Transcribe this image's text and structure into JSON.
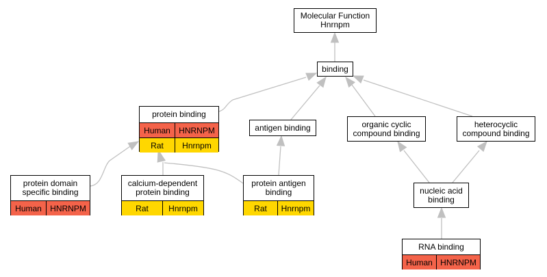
{
  "colors": {
    "human": "#f4634a",
    "rat": "#ffd700",
    "edge": "#c0c0c0"
  },
  "nodes": {
    "molecular_function": "Molecular Function\nHnrnpm",
    "binding": "binding",
    "protein_binding": {
      "title": "protein binding",
      "rows": [
        [
          "Human",
          "HNRNPM"
        ],
        [
          "Rat",
          "Hnrnpm"
        ]
      ]
    },
    "antigen_binding": "antigen binding",
    "organic_cyclic": "organic cyclic\ncompound binding",
    "heterocyclic": "heterocyclic\ncompound binding",
    "protein_domain": {
      "title": "protein domain\nspecific binding",
      "rows": [
        [
          "Human",
          "HNRNPM"
        ]
      ]
    },
    "calcium_dependent": {
      "title": "calcium-dependent\nprotein binding",
      "rows": [
        [
          "Rat",
          "Hnrnpm"
        ]
      ]
    },
    "protein_antigen": {
      "title": "protein antigen\nbinding",
      "rows": [
        [
          "Rat",
          "Hnrnpm"
        ]
      ]
    },
    "nucleic_acid": "nucleic acid\nbinding",
    "rna_binding": {
      "title": "RNA binding",
      "rows": [
        [
          "Human",
          "HNRNPM"
        ]
      ]
    }
  }
}
